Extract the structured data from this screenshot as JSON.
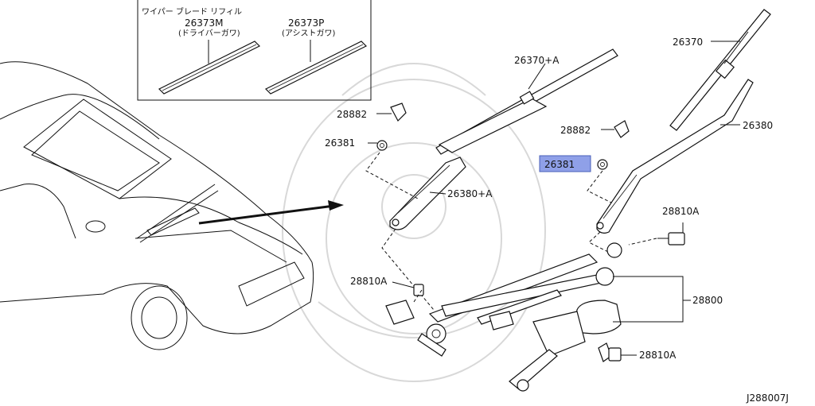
{
  "refill_box": {
    "title": "ワイパー ブレード リフィル",
    "driver_part": "26373M",
    "driver_note": "(ドライバーガワ)",
    "assist_part": "26373P",
    "assist_note": "(アシストガワ)"
  },
  "labels": {
    "blade_right": "26370",
    "blade_left": "26370+A",
    "cap_left": "28882",
    "nut_left": "26381",
    "cap_right": "28882",
    "nut_highlight": "26381",
    "arm_right": "26380",
    "arm_left": "26380+A",
    "bolt_upper_right": "28810A",
    "bolt_left": "28810A",
    "motor_linkage": "28800",
    "bolt_lower": "28810A"
  },
  "diagram_id": "J288007J",
  "colors": {
    "highlight": "#8fa0e8"
  }
}
